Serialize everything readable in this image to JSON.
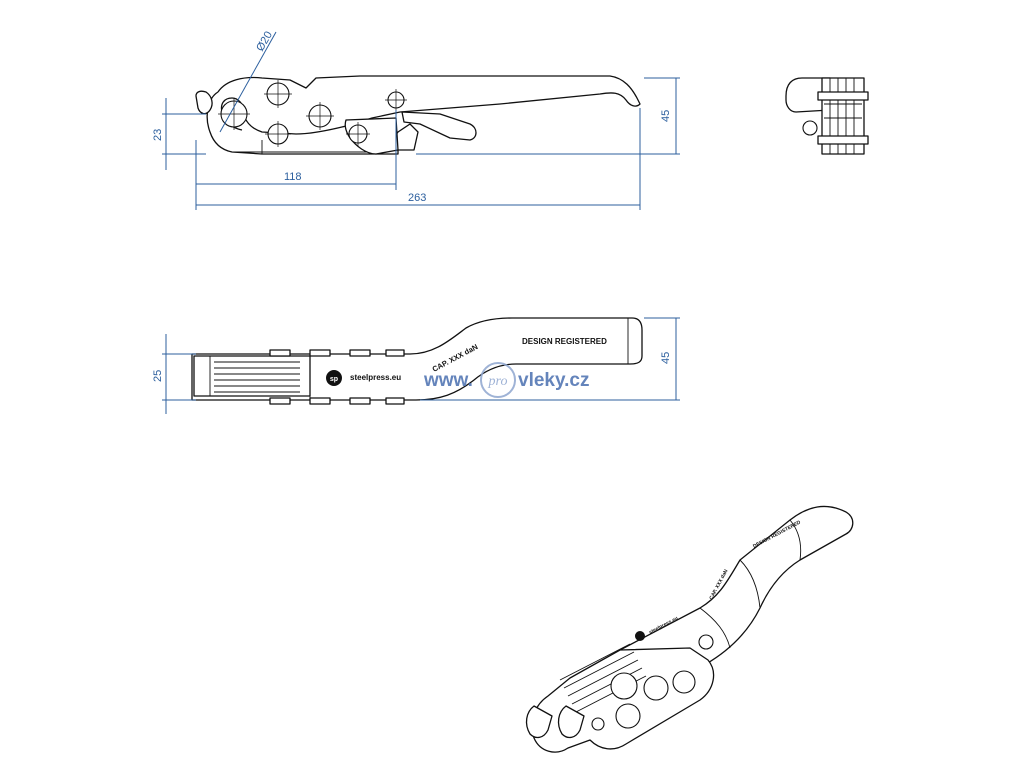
{
  "dimensions": {
    "diameter": "Ø20",
    "height_left": "23",
    "height_right": "45",
    "length_inner": "118",
    "length_total": "263",
    "width_left": "25",
    "width_right": "45"
  },
  "engravings": {
    "brand": "steelpress.eu",
    "capacity": "CAP. XXX daN",
    "design": "DESIGN REGISTERED",
    "logo_mark": "sp"
  },
  "watermark": {
    "prefix": "www.",
    "circle_text": "pro",
    "suffix": "vleky.cz"
  },
  "colors": {
    "dimension_lines": "#2c5f9e",
    "watermark": "#4a6fb0",
    "outline": "#111111"
  }
}
